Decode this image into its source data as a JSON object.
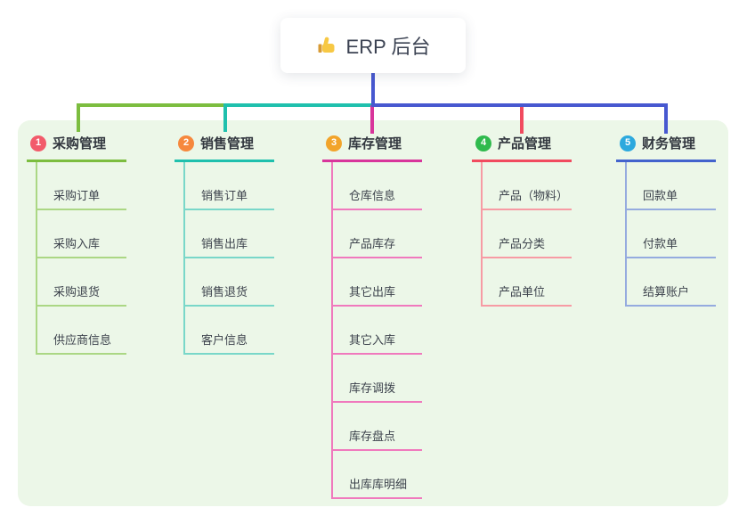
{
  "root": {
    "label": "ERP 后台",
    "icon": "thumbs-up-icon",
    "connector_color": "#4758d0"
  },
  "panel": {
    "background": "#ecf7e8"
  },
  "branches": [
    {
      "index": "1",
      "label": "采购管理",
      "color": "#7cbd3f",
      "light_color": "#abd784",
      "badge_color": "#f25b6b",
      "items": [
        "采购订单",
        "采购入库",
        "采购退货",
        "供应商信息"
      ]
    },
    {
      "index": "2",
      "label": "销售管理",
      "color": "#1fc0ad",
      "light_color": "#79d7c9",
      "badge_color": "#f6883d",
      "items": [
        "销售订单",
        "销售出库",
        "销售退货",
        "客户信息"
      ]
    },
    {
      "index": "3",
      "label": "库存管理",
      "color": "#d8359b",
      "light_color": "#f079bd",
      "badge_color": "#f2a42a",
      "items": [
        "仓库信息",
        "产品库存",
        "其它出库",
        "其它入库",
        "库存调拨",
        "库存盘点",
        "出库库明细"
      ]
    },
    {
      "index": "4",
      "label": "产品管理",
      "color": "#f14b5f",
      "light_color": "#f79ba4",
      "badge_color": "#2fba4d",
      "items": [
        "产品（物料）",
        "产品分类",
        "产品单位"
      ]
    },
    {
      "index": "5",
      "label": "财务管理",
      "color": "#4363cd",
      "light_color": "#95abdf",
      "badge_color": "#2ca9de",
      "items": [
        "回款单",
        "付款单",
        "结算账户"
      ]
    }
  ]
}
